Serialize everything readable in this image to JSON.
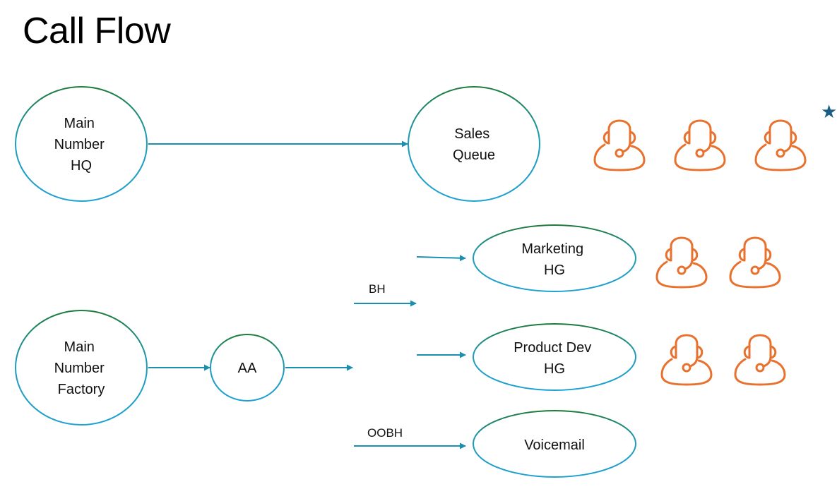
{
  "title": "Call Flow",
  "colors": {
    "node_stroke_top": "#1f7a3a",
    "node_stroke_bottom": "#1ea1d2",
    "edge": "#1a8fb0",
    "agent_icon": "#e8712e",
    "star": "#1b5e85"
  },
  "nodes": {
    "main_hq": {
      "lines": [
        "Main",
        "Number",
        "HQ"
      ]
    },
    "sales_queue": {
      "lines": [
        "Sales",
        "Queue"
      ]
    },
    "main_factory": {
      "lines": [
        "Main",
        "Number",
        "Factory"
      ]
    },
    "aa": {
      "lines": [
        "AA"
      ]
    },
    "marketing_hg": {
      "lines": [
        "Marketing",
        "HG"
      ]
    },
    "product_dev_hg": {
      "lines": [
        "Product Dev",
        "HG"
      ]
    },
    "voicemail": {
      "lines": [
        "Voicemail"
      ]
    }
  },
  "edge_labels": {
    "bh": "BH",
    "oobh": "OOBH"
  },
  "agents": {
    "sales_queue": {
      "count": 3,
      "starred_index": 2
    },
    "marketing_hg": {
      "count": 2
    },
    "product_dev_hg": {
      "count": 2
    }
  }
}
